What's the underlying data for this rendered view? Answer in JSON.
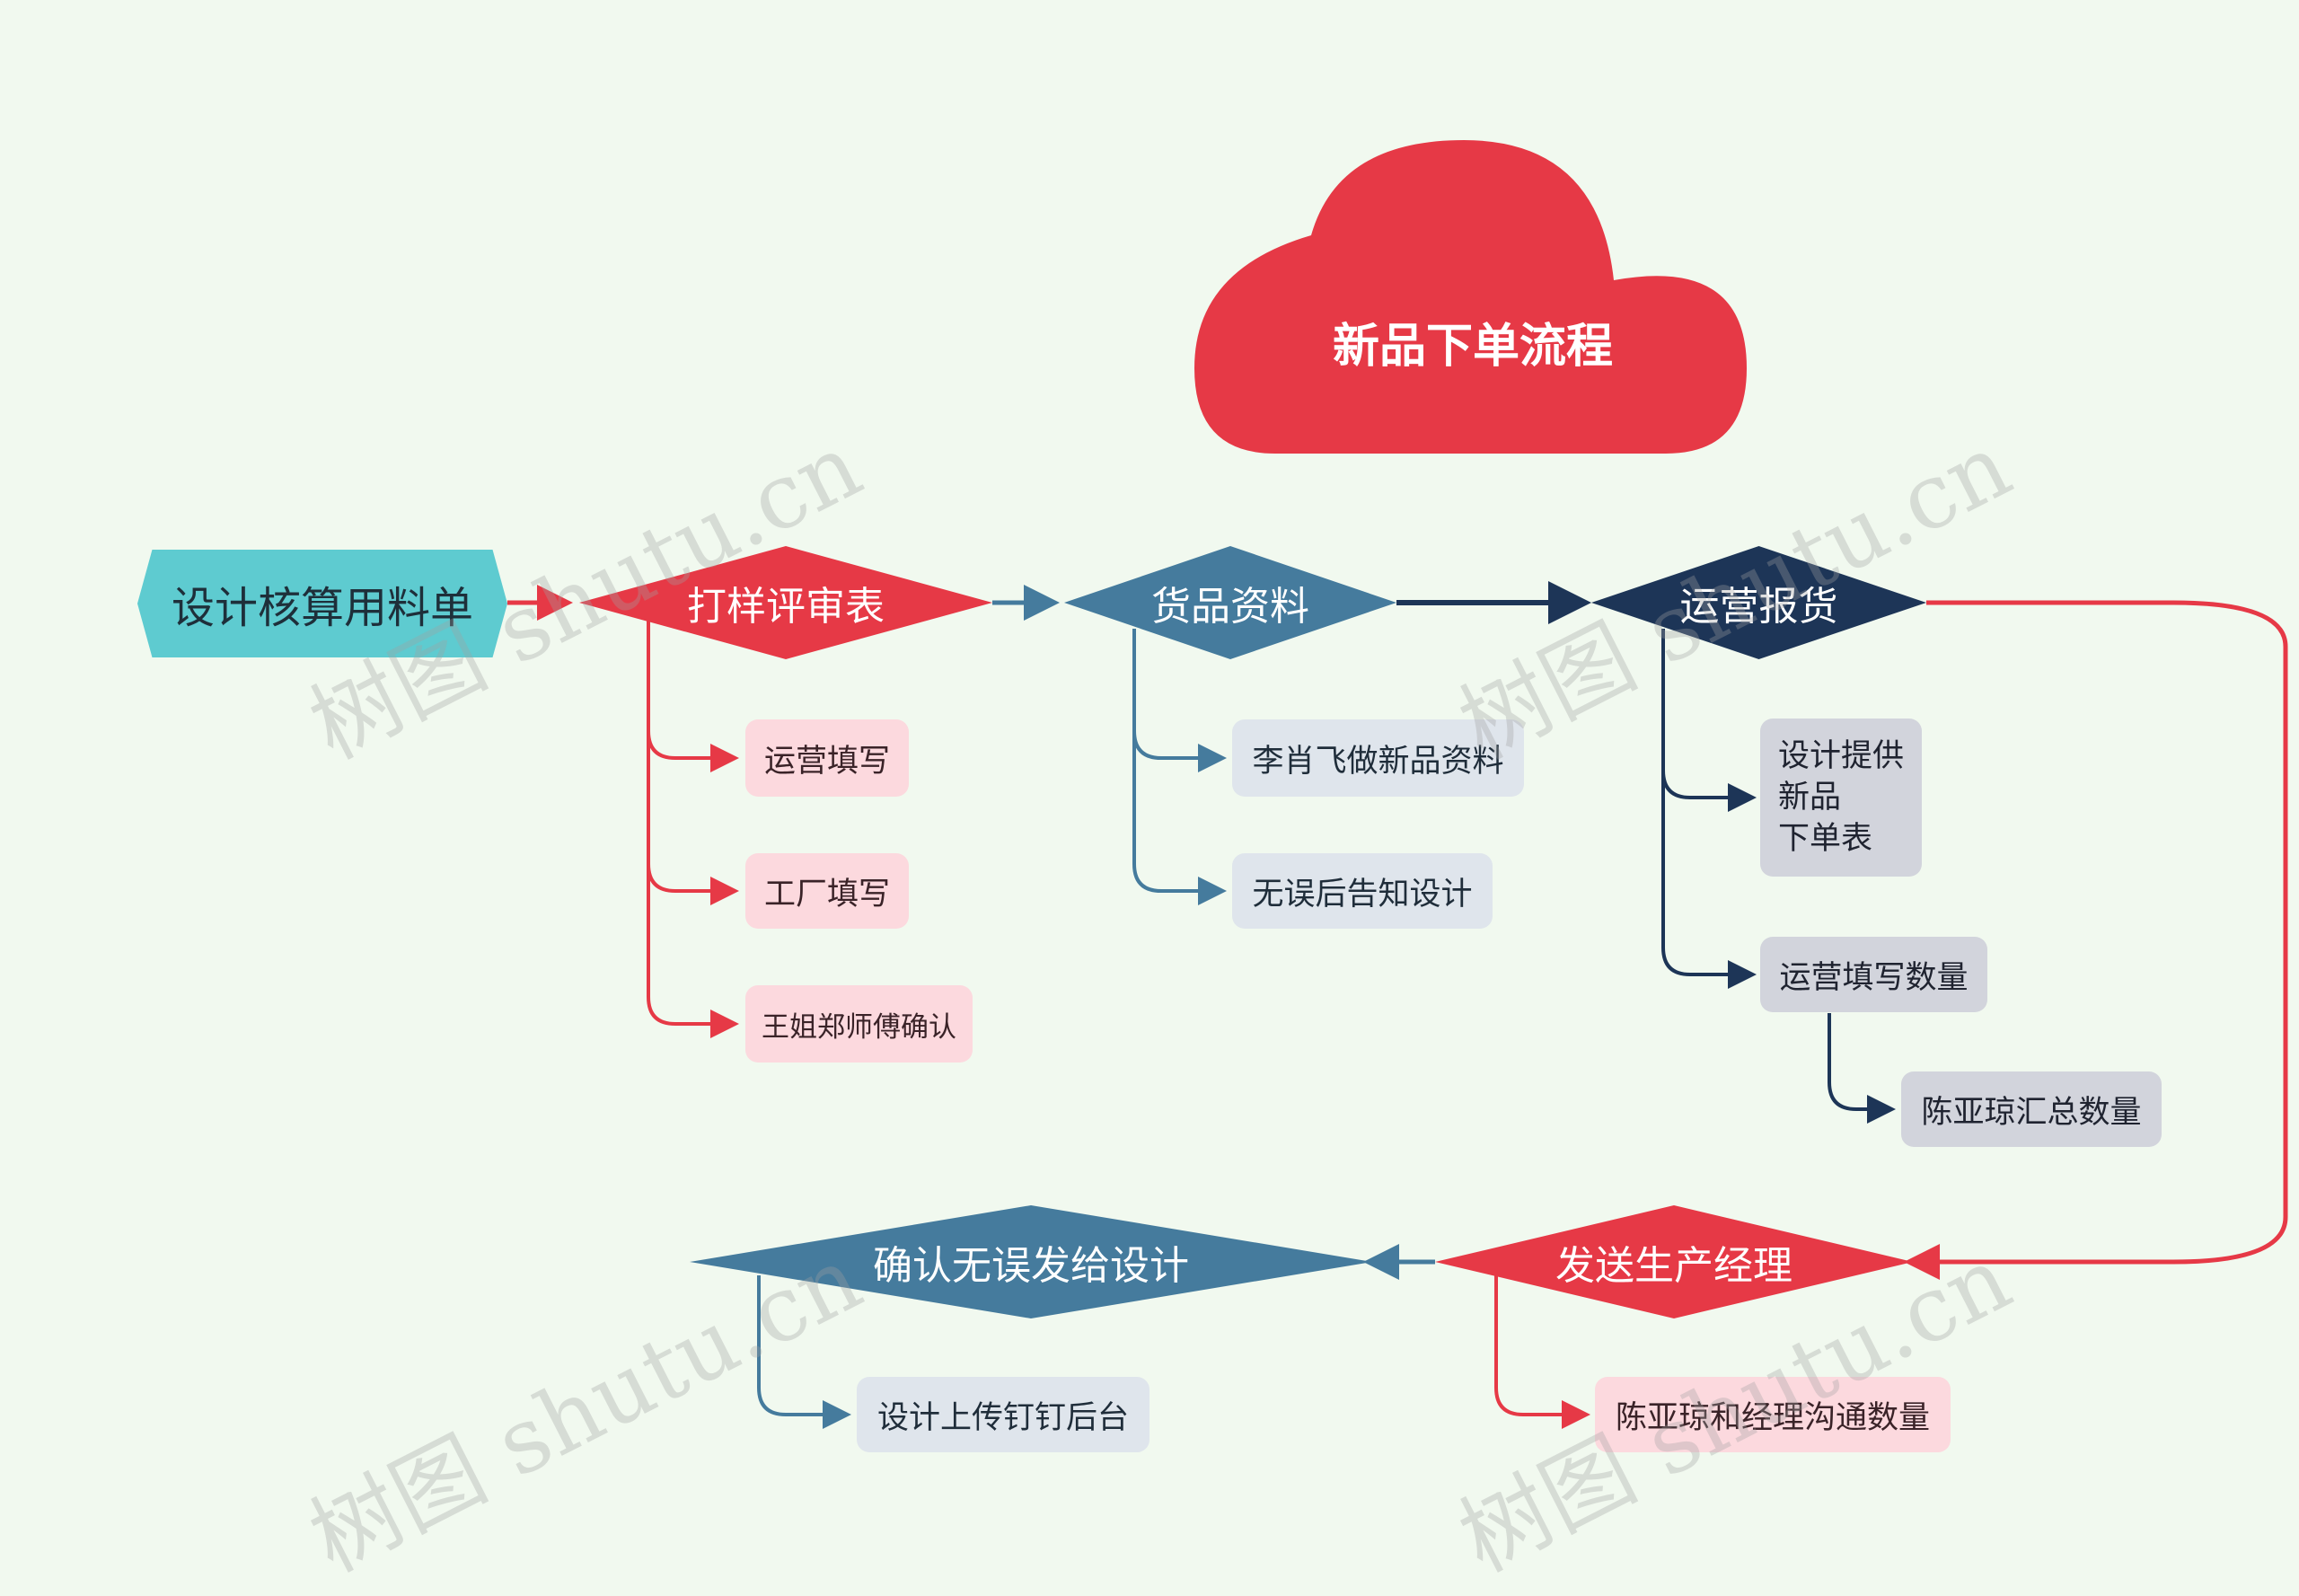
{
  "title": "新品下单流程",
  "root": "设计核算用料单",
  "main_nodes": {
    "sample_review": "打样评审表",
    "goods_info": "货品资料",
    "ops_report": "运营报货",
    "send_manager": "发送生产经理",
    "confirm_send": "确认无误发给设计"
  },
  "sample_review_children": [
    "运营填写",
    "工厂填写",
    "王姐郑师傅确认"
  ],
  "goods_info_children": [
    "李肖飞做新品资料",
    "无误后告知设计"
  ],
  "ops_report_children": [
    "设计提供\n新品\n下单表",
    "运营填写数量"
  ],
  "ops_qty_child": "陈亚琼汇总数量",
  "send_manager_child": "陈亚琼和经理沟通数量",
  "confirm_send_child": "设计上传钉钉后台",
  "watermark": "树图 shutu.cn",
  "colors": {
    "red": "#e63946",
    "steel": "#457b9d",
    "navy": "#1d3557",
    "teal": "#5ecbd0",
    "background": "#f1f9ef"
  }
}
